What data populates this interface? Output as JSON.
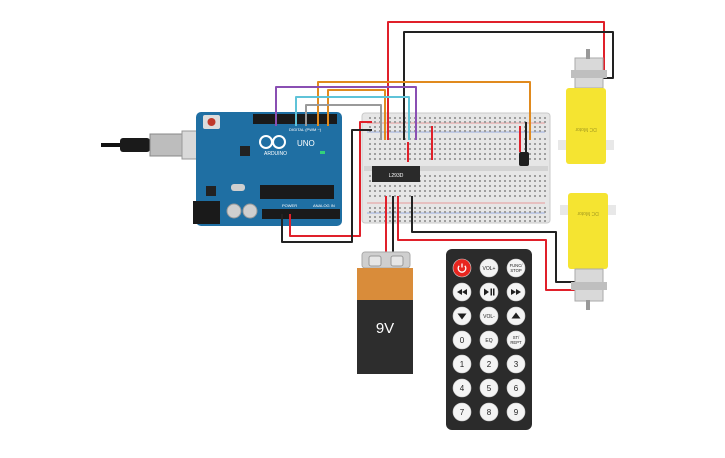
{
  "arduino": {
    "logo_text": "ARDUINO",
    "model_text": "UNO",
    "digital_label": "DIGITAL (PWM ~)",
    "power_label": "POWER",
    "analog_label": "ANALOG IN"
  },
  "driver_chip": {
    "label": "L293D"
  },
  "battery": {
    "label": "9V"
  },
  "motors": [
    {
      "label": "DC Motor"
    },
    {
      "label": "DC Motor"
    }
  ],
  "remote": {
    "buttons": [
      {
        "label": "",
        "icon": "power-icon",
        "color": "#e8251f"
      },
      {
        "label": "VOL+"
      },
      {
        "label": "FUNC/\nSTOP"
      },
      {
        "label": "",
        "icon": "rewind-icon"
      },
      {
        "label": "",
        "icon": "play-pause-icon"
      },
      {
        "label": "",
        "icon": "fast-forward-icon"
      },
      {
        "label": "",
        "icon": "down-arrow-icon"
      },
      {
        "label": "VOL-"
      },
      {
        "label": "",
        "icon": "up-arrow-icon"
      },
      {
        "label": "0"
      },
      {
        "label": "EQ"
      },
      {
        "label": "ST/\nREPT"
      },
      {
        "label": "1"
      },
      {
        "label": "2"
      },
      {
        "label": "3"
      },
      {
        "label": "4"
      },
      {
        "label": "5"
      },
      {
        "label": "6"
      },
      {
        "label": "7"
      },
      {
        "label": "8"
      },
      {
        "label": "9"
      }
    ]
  },
  "colors": {
    "board": "#1f6fa3",
    "breadboard": "#e6e6e6",
    "motor": "#f5e431",
    "battery_top": "#d98c3a",
    "battery_body": "#2d2d2d",
    "remote": "#2b2b2b",
    "wire_red": "#e0202a",
    "wire_black": "#222222",
    "wire_orange": "#e08a1e",
    "wire_purple": "#8a4fb3",
    "wire_cyan": "#5fc3d8",
    "wire_gray": "#9a9a9a"
  }
}
